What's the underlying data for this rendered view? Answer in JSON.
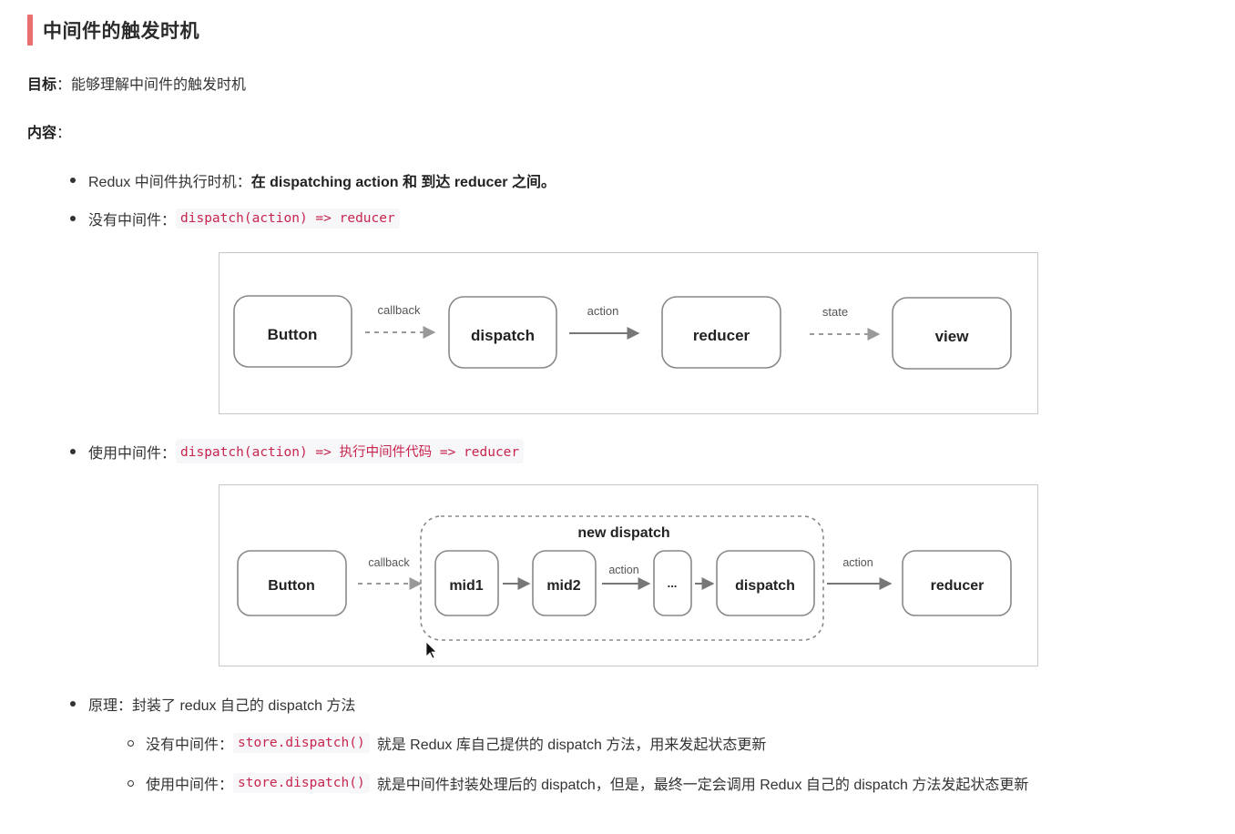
{
  "section": {
    "title": "中间件的触发时机"
  },
  "goal": {
    "label": "目标",
    "sep": "：",
    "text": "能够理解中间件的触发时机"
  },
  "content": {
    "label": "内容",
    "sep": "："
  },
  "bullet1": {
    "prefix": "Redux 中间件执行时机：",
    "strong": "在 dispatching action 和 到达 reducer 之间。"
  },
  "bullet2": {
    "prefix": "没有中间件：",
    "code": "dispatch(action) => reducer"
  },
  "diagram1": {
    "nodes": [
      "Button",
      "dispatch",
      "reducer",
      "view"
    ],
    "edges": [
      "callback",
      "action",
      "state"
    ]
  },
  "bullet3": {
    "prefix": "使用中间件：",
    "code": "dispatch(action) => 执行中间件代码 => reducer"
  },
  "diagram2": {
    "group_label": "new dispatch",
    "nodes": [
      "Button",
      "mid1",
      "mid2",
      "...",
      "dispatch",
      "reducer"
    ],
    "edges": [
      "callback",
      "action",
      "action"
    ]
  },
  "bullet4": {
    "prefix": "原理：",
    "text": "封装了 redux 自己的 dispatch 方法"
  },
  "sub1": {
    "prefix": "没有中间件：",
    "code": "store.dispatch()",
    "suffix": "就是 Redux 库自己提供的 dispatch 方法，用来发起状态更新"
  },
  "sub2": {
    "prefix": "使用中间件：",
    "code": "store.dispatch()",
    "suffix": "就是中间件封装处理后的 dispatch，但是，最终一定会调用 Redux 自己的 dispatch 方法发起状态更新"
  }
}
